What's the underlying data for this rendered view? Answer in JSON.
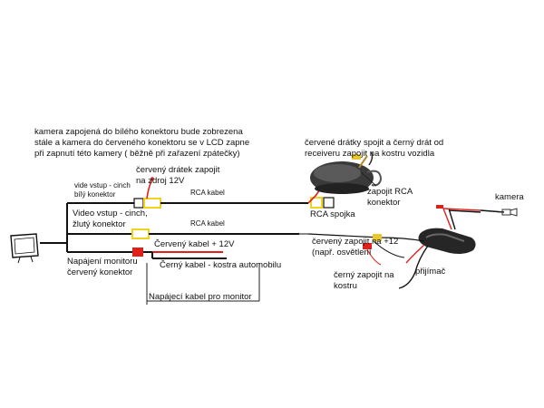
{
  "notes": {
    "top_note": "kamera zapojená do bílého konektoru bude zobrezena\nstále a kamera do červeného konektoru se v LCD zapne\npři zapnutí této kamery ( běžně při zařazení zpátečky)",
    "red_wire_note": "červené drátky spojit a černý drát od\nreceiveru zapojit na kostru vozidla"
  },
  "labels": {
    "red_wire_12v": "červený drátek zapojit\nna zdroj 12V",
    "video_in_white": "vide vstup - cinch\nbílý konektor",
    "rca_cable_1": "RCA kabel",
    "video_in_yellow": "Video vstup - cinch,\nžlutý konektor",
    "rca_cable_2": "RCA kabel",
    "monitor_power": "Napájení monitoru\nčervený konektor",
    "red_cable_12v": "Červený kabel + 12V",
    "black_cable_ground": "Černý kabel - kostra automobilu",
    "monitor_power_cable": "Napájecí kabel pro monitor",
    "connect_rca": "zapojit RCA\nkonektor",
    "rca_coupler": "RCA spojka",
    "red_wire_plus12": "červený zapojit na +12\n(např. osvětlení",
    "black_wire_ground": "černý zapojit na\nkostru",
    "receiver": "přijímač",
    "camera": "kamera"
  },
  "colors": {
    "wire": "#111111",
    "red_wire": "#e0201a",
    "yellow_connector": "#f2d21a",
    "bracket": "#222222"
  },
  "icons": {
    "monitor": "monitor-icon",
    "camera": "camera-icon",
    "transmitter": "transmitter-photo",
    "receiver": "receiver-photo"
  }
}
